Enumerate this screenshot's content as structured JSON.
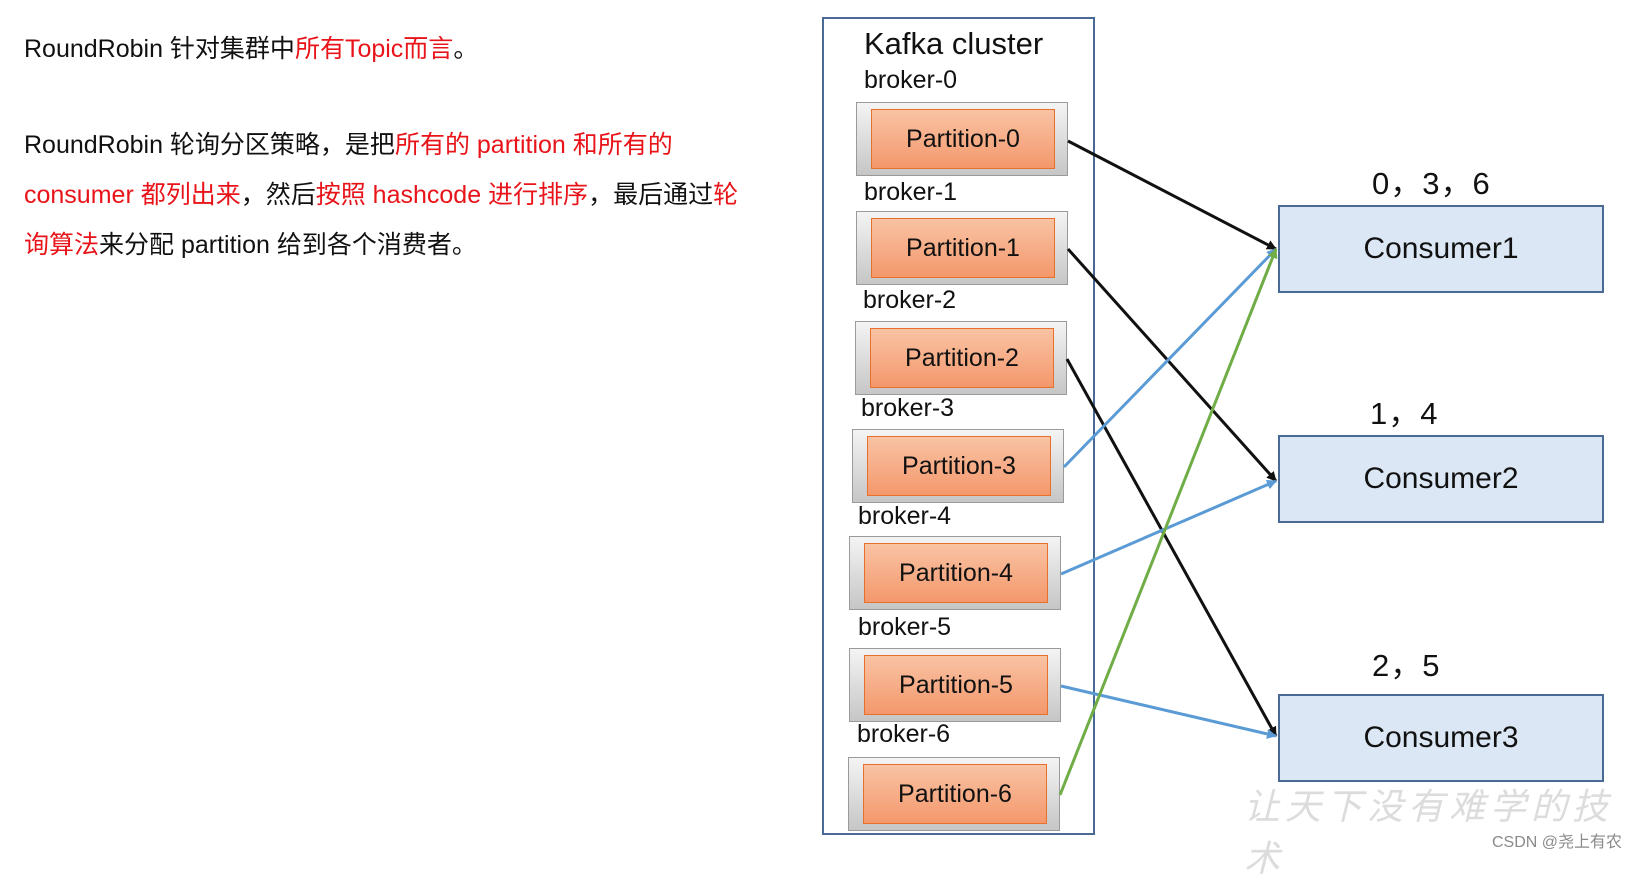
{
  "text": {
    "p1": [
      "RoundRobin 针对集群中",
      "所有Topic而言",
      "。"
    ],
    "p2": [
      "RoundRobin 轮询分区策略，是把",
      "所有的 partition 和所有的 consumer 都列出来",
      "，然后",
      "按照 hashcode 进行排序",
      "，最后通过",
      "轮询算法",
      "来分配 partition 给到各个消费者。"
    ]
  },
  "cluster": {
    "title": "Kafka cluster",
    "brokers": [
      {
        "label": "broker-0",
        "partition": "Partition-0"
      },
      {
        "label": "broker-1",
        "partition": "Partition-1"
      },
      {
        "label": "broker-2",
        "partition": "Partition-2"
      },
      {
        "label": "broker-3",
        "partition": "Partition-3"
      },
      {
        "label": "broker-4",
        "partition": "Partition-4"
      },
      {
        "label": "broker-5",
        "partition": "Partition-5"
      },
      {
        "label": "broker-6",
        "partition": "Partition-6"
      }
    ]
  },
  "consumers": [
    {
      "name": "Consumer1",
      "assigned": "0，3，6"
    },
    {
      "name": "Consumer2",
      "assigned": "1，4"
    },
    {
      "name": "Consumer3",
      "assigned": "2，5"
    }
  ],
  "connections": [
    {
      "from": 0,
      "to": 0,
      "color": "#111111"
    },
    {
      "from": 1,
      "to": 1,
      "color": "#111111"
    },
    {
      "from": 2,
      "to": 2,
      "color": "#111111"
    },
    {
      "from": 3,
      "to": 0,
      "color": "#5b9bd5"
    },
    {
      "from": 4,
      "to": 1,
      "color": "#5b9bd5"
    },
    {
      "from": 5,
      "to": 2,
      "color": "#5b9bd5"
    },
    {
      "from": 6,
      "to": 0,
      "color": "#70ad47"
    }
  ],
  "watermark": "让天下没有难学的技术",
  "credit": "CSDN @尧上有农"
}
